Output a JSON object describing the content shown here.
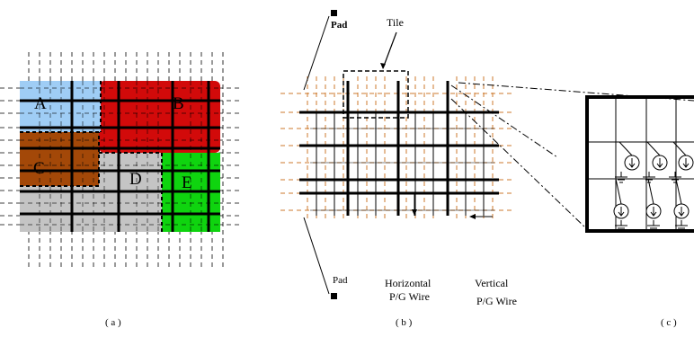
{
  "panel_a": {
    "blocks": [
      {
        "label": "A",
        "color": "#9fcdf5"
      },
      {
        "label": "B",
        "color": "#d20a0a"
      },
      {
        "label": "C",
        "color": "#a34808"
      },
      {
        "label": "D",
        "color": "#c4c4c4"
      },
      {
        "label": "E",
        "color": "#0fd40f"
      }
    ],
    "caption": "( a )"
  },
  "panel_b": {
    "pad_top": "Pad",
    "pad_bottom": "Pad",
    "tile_label": "Tile",
    "horizontal_wire_label": [
      "Horizontal",
      "P/G Wire"
    ],
    "vertical_wire_label": [
      "Vertical",
      "P/G Wire"
    ],
    "caption": "( b )",
    "dashed_wire_color": "#cc7a2e"
  },
  "panel_c": {
    "caption": "( c )"
  }
}
